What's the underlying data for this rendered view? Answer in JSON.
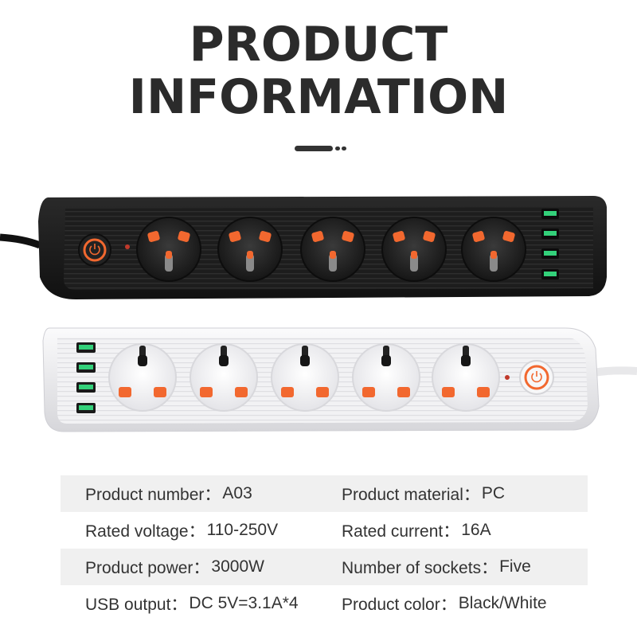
{
  "heading": {
    "line1": "PRODUCT",
    "line2": "INFORMATION"
  },
  "colors": {
    "black_strip": "#1c1c1c",
    "white_strip": "#ececee",
    "socket_orange": "#f2682f",
    "usb_green": "#33d17a",
    "shade_row": "#f0f0f0"
  },
  "icons": {
    "power": "power-button-icon",
    "socket": "universal-socket-icon",
    "usb": "usb-port-icon"
  },
  "specs": [
    {
      "left": {
        "label": "Product number：",
        "value": "A03"
      },
      "right": {
        "label": "Product material：",
        "value": "PC"
      }
    },
    {
      "left": {
        "label": "Rated voltage：",
        "value": "110-250V"
      },
      "right": {
        "label": "Rated current：",
        "value": "16A"
      }
    },
    {
      "left": {
        "label": "Product power：",
        "value": "3000W"
      },
      "right": {
        "label": "Number of sockets：",
        "value": "Five"
      }
    },
    {
      "left": {
        "label": "USB output：",
        "value": "DC 5V=3.1A*4"
      },
      "right": {
        "label": "Product color：",
        "value": "Black/White"
      }
    }
  ]
}
